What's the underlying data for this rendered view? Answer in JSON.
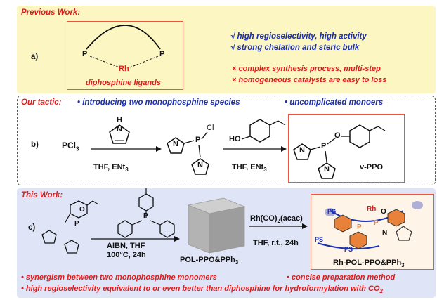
{
  "panel_a": {
    "heading": "Previous Work:",
    "label": "a)",
    "ligand_caption": "diphosphine ligands",
    "atom_p": "P",
    "atom_rh": "Rh",
    "advantages": [
      "√ high regioselectivity, high activity",
      "√ strong chelation and steric bulk"
    ],
    "drawbacks": [
      "× complex synthesis process, multi-step",
      "× homogeneous catalysts are easy to loss"
    ]
  },
  "panel_b": {
    "heading": "Our tactic:",
    "bullet1": "• introducing two monophosphine species",
    "bullet2": "• uncomplicated monoers",
    "label": "b)",
    "reagent1": "PCl",
    "reagent1_sub": "3",
    "cond1": "THF, ENt",
    "cond1_sub": "3",
    "cond2": "THF, ENt",
    "cond2_sub": "3",
    "phenol": "HO",
    "product": "v-PPO",
    "atom_p": "P",
    "atom_n": "N",
    "atom_h": "H",
    "atom_cl": "Cl",
    "atom_o": "O"
  },
  "panel_c": {
    "heading": "This Work:",
    "label": "c)",
    "cond_top": "AIBN, THF",
    "cond_bottom": "100°C, 24h",
    "polymer_label": "POL-PPO&PPh",
    "polymer_sub": "3",
    "rh_reagent": "Rh(CO)",
    "rh_reagent_sub": "2",
    "rh_reagent_end": "(acac)",
    "cond3": "THF, r.t., 24h",
    "catalyst_label": "Rh-POL-PPO&PPh",
    "catalyst_sub": "3",
    "atom_ps": "PS",
    "atom_rh": "Rh",
    "bullet_left": "• synergism between two monophosphine monomers",
    "bullet_right": "• concise preparation method",
    "bullet_bottom": "• high regioselectivity equivalent to or even better than diphosphine for hydroformylation with CO",
    "bullet_bottom_sub": "2"
  },
  "colors": {
    "panel_a_bg": "#fbf6c2",
    "panel_c_bg": "#dfe4f6",
    "accent_red": "#e01b1b",
    "accent_blue": "#1a2fb3"
  }
}
